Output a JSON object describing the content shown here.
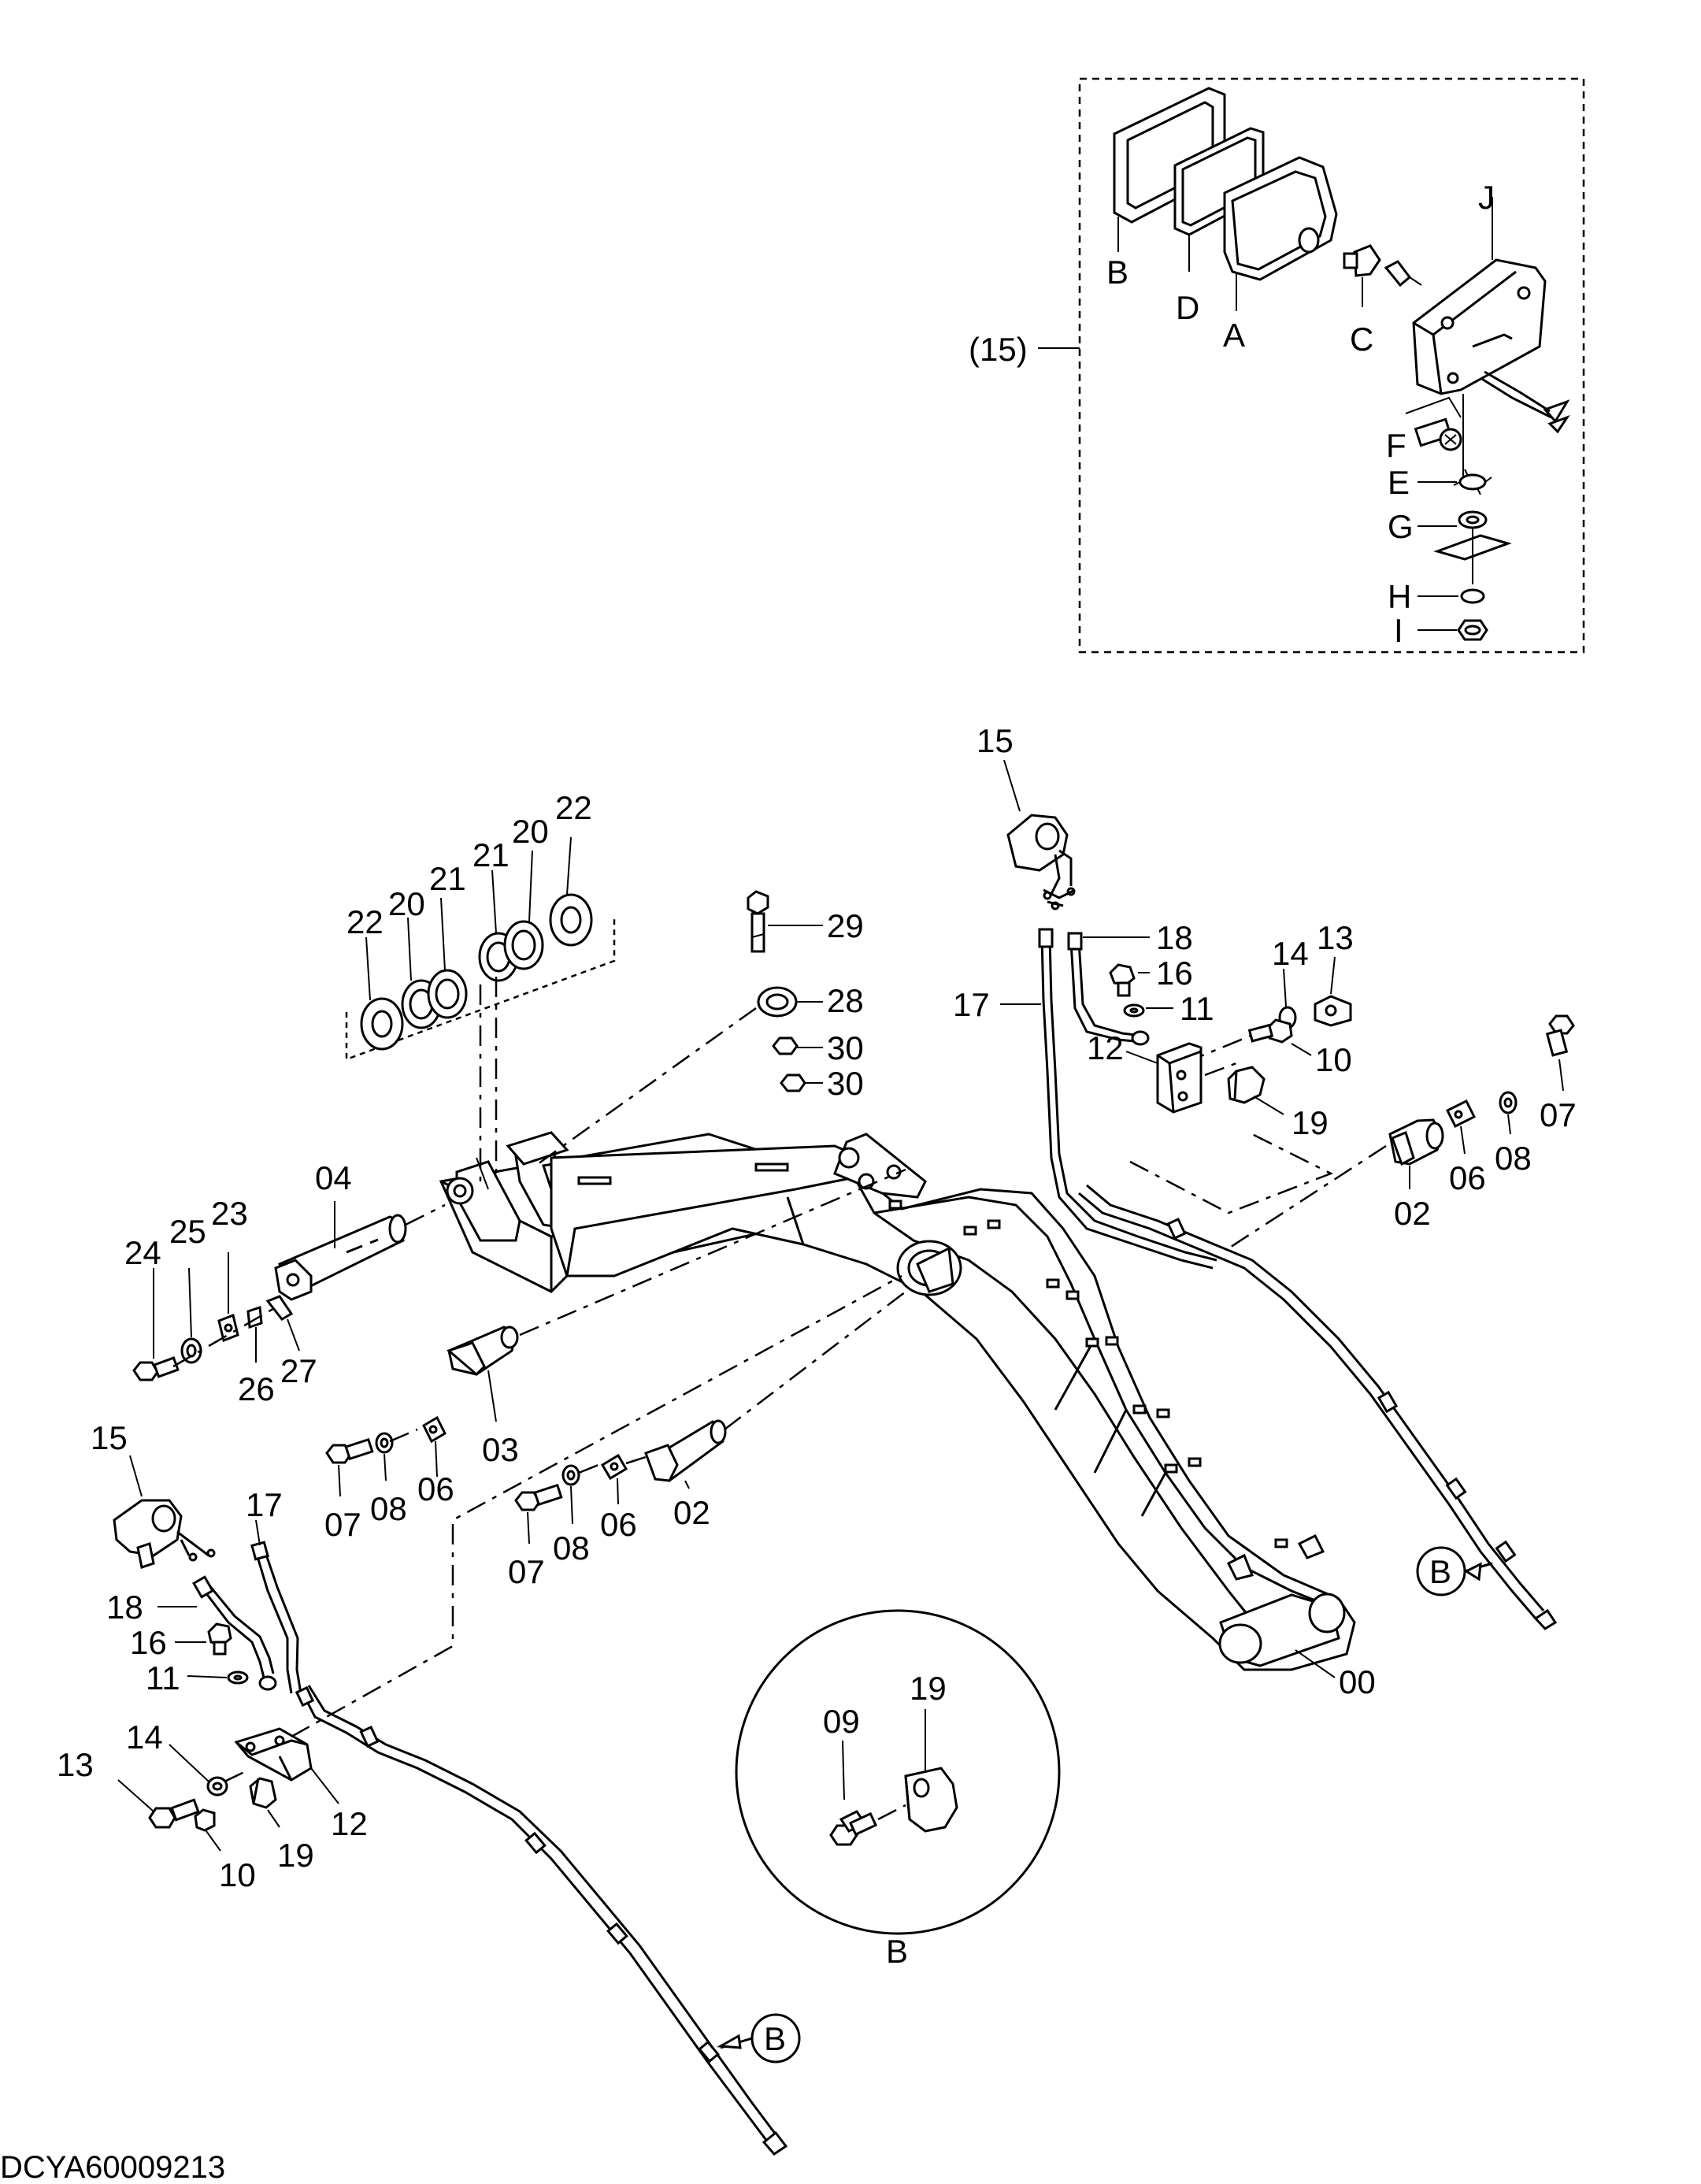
{
  "drawing_code": "DCYA60009213",
  "detail_box": {
    "group_label": "(15)",
    "labels": {
      "A": "A",
      "B": "B",
      "C": "C",
      "D": "D",
      "E": "E",
      "F": "F",
      "G": "G",
      "H": "H",
      "I": "I",
      "J": "J"
    }
  },
  "callouts": {
    "c15a": "15",
    "c15b": "15",
    "c22a": "22",
    "c22b": "22",
    "c20a": "20",
    "c20b": "20",
    "c21a": "21",
    "c21b": "21",
    "c29": "29",
    "c28": "28",
    "c30a": "30",
    "c30b": "30",
    "c04": "04",
    "c24": "24",
    "c25": "25",
    "c23": "23",
    "c26": "26",
    "c27": "27",
    "c03": "03",
    "c07a": "07",
    "c08a": "08",
    "c06a": "06",
    "c07b": "07",
    "c08b": "08",
    "c06b": "06",
    "c02a": "02",
    "c17a": "17",
    "c18a": "18",
    "c16a": "16",
    "c11a": "11",
    "c14a": "14",
    "c13a": "13",
    "c12a": "12",
    "c10a": "10",
    "c19a": "19",
    "c02b": "02",
    "c06c": "06",
    "c08c": "08",
    "c07c": "07",
    "c17b": "17",
    "c18b": "18",
    "c16b": "16",
    "c11b": "11",
    "c14b": "14",
    "c13b": "13",
    "c12b": "12",
    "c10b": "10",
    "c19b": "19",
    "c00": "00",
    "c09": "09",
    "c19c": "19"
  },
  "detail_B": {
    "circle_label": "B",
    "ref_right": "B",
    "ref_left": "B"
  }
}
